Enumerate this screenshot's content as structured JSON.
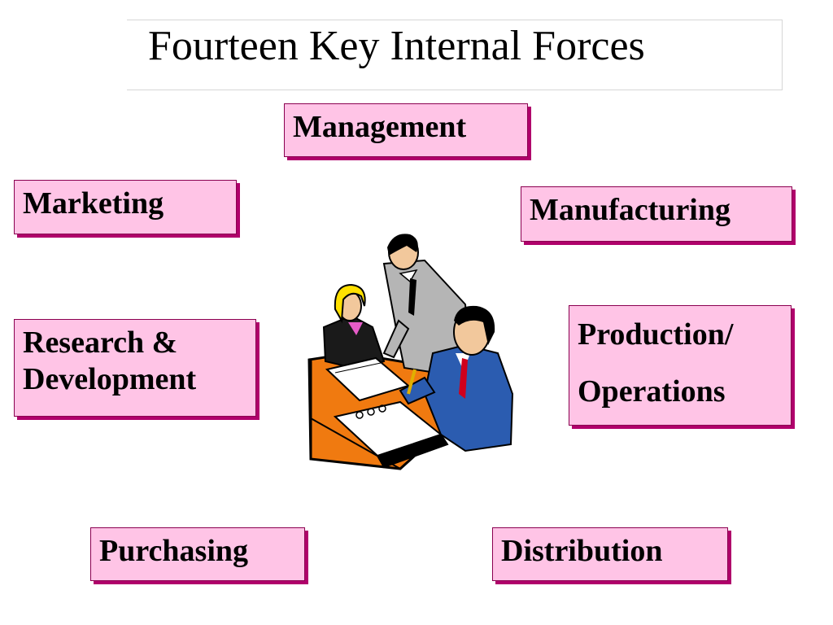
{
  "title": "Fourteen Key Internal Forces",
  "forces": {
    "management": "Management",
    "marketing": "Marketing",
    "manufacturing": "Manufacturing",
    "research_development": [
      "Research &",
      "Development"
    ],
    "production_operations": [
      "Production/",
      "Operations"
    ],
    "purchasing": "Purchasing",
    "distribution": "Distribution"
  },
  "colors": {
    "box_fill": "#ffc4e6",
    "box_shadow": "#b0006b",
    "table": "#f07a10",
    "suit_blue": "#2b5cb0",
    "suit_gray": "#b5b5b5"
  },
  "illustration": "business-meeting-clipart"
}
